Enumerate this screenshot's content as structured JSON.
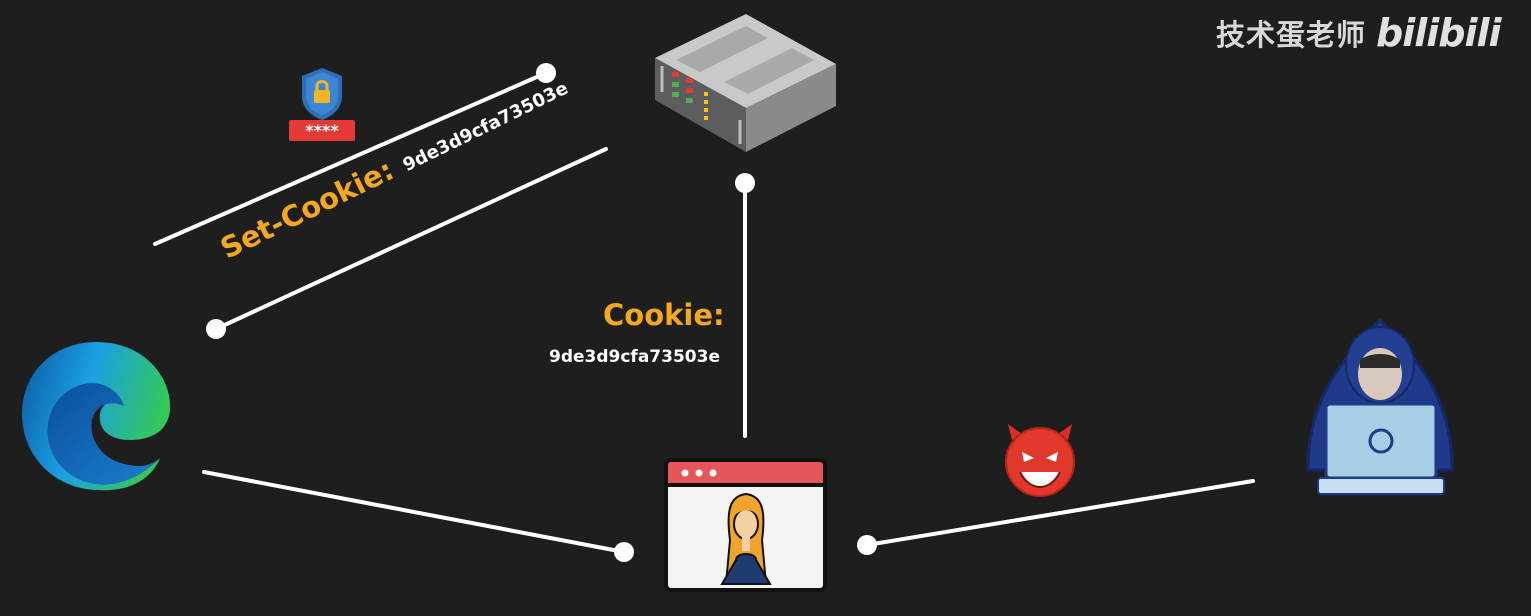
{
  "watermark": {
    "channel": "技术蛋老师",
    "platform": "bilibili"
  },
  "set_cookie": {
    "key": "Set-Cookie:",
    "value": "9de3d9cfa73503e"
  },
  "cookie": {
    "key": "Cookie:",
    "value": "9de3d9cfa73503e"
  },
  "password_badge": {
    "mask": "****"
  },
  "nodes": [
    {
      "name": "browser",
      "icon": "edge-browser-icon"
    },
    {
      "name": "server",
      "icon": "server-rack-icon"
    },
    {
      "name": "website",
      "icon": "webpage-profile-icon"
    },
    {
      "name": "attacker",
      "icon": "hooded-hacker-icon"
    },
    {
      "name": "malicious",
      "icon": "devil-face-icon"
    }
  ],
  "colors": {
    "background": "#1e1e1e",
    "accent": "#f4a81c",
    "line": "#ffffff",
    "window_bar": "#e45659",
    "shield": "#2f6fb7"
  }
}
